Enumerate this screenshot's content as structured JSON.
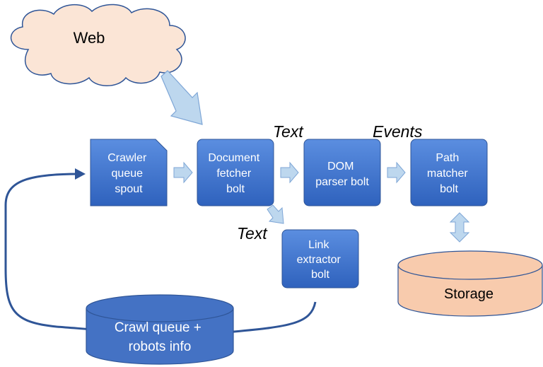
{
  "colors": {
    "box_fill_top": "#5b8ee0",
    "box_fill_bottom": "#2f62bd",
    "box_stroke": "#2f5597",
    "cloud_fill": "#fbe5d6",
    "cloud_stroke": "#2f5597",
    "storage_fill": "#f8cbad",
    "storage_stroke": "#2f5597",
    "queue_fill": "#4472c4",
    "arrow_fill": "#bdd7ee",
    "arrow_stroke": "#7ea6d6",
    "loop_stroke": "#2f5597"
  },
  "cloud": {
    "label": "Web"
  },
  "components": {
    "spout": {
      "lines": [
        "Crawler",
        "queue",
        "spout"
      ]
    },
    "fetcher": {
      "lines": [
        "Document",
        "fetcher",
        "bolt"
      ]
    },
    "dom_parser": {
      "lines": [
        "DOM",
        "parser bolt"
      ]
    },
    "path_matcher": {
      "lines": [
        "Path",
        "matcher",
        "bolt"
      ]
    },
    "link_extractor": {
      "lines": [
        "Link",
        "extractor",
        "bolt"
      ]
    }
  },
  "labels": {
    "text_top": "Text",
    "events": "Events",
    "text_left": "Text"
  },
  "storage": {
    "label": "Storage"
  },
  "crawl_queue": {
    "lines": [
      "Crawl queue +",
      "robots info"
    ]
  }
}
